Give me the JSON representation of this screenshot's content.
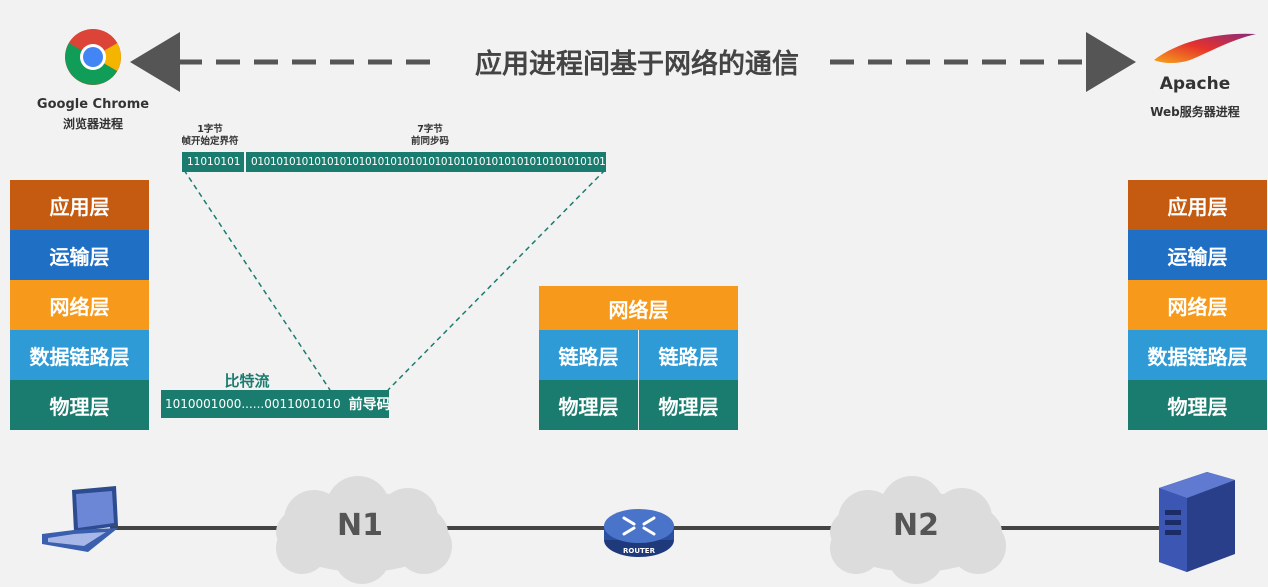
{
  "title": "应用进程间基于网络的通信",
  "left_app": {
    "name": "Google Chrome",
    "subtitle": "浏览器进程"
  },
  "right_app": {
    "name": "Apache",
    "subtitle": "Web服务器进程"
  },
  "host_layers": [
    "应用层",
    "运输层",
    "网络层",
    "数据链路层",
    "物理层"
  ],
  "router_layers": {
    "network": "网络层",
    "link": [
      "链路层",
      "链路层"
    ],
    "physical": [
      "物理层",
      "物理层"
    ]
  },
  "frame": {
    "sfd_label_line1": "1字节",
    "sfd_label_line2": "帧开始定界符",
    "sfd_bits": "11010101",
    "preamble_label_line1": "7字节",
    "preamble_label_line2": "前同步码",
    "preamble_bits": "01010101010101010101010101010101010101010101010101010101"
  },
  "bitstream": {
    "label": "比特流",
    "bits": "1010001000......0011001010",
    "preamble": "前导码"
  },
  "network": {
    "cloud1": "N1",
    "cloud2": "N2",
    "router_label": "ROUTER"
  },
  "colors": {
    "application": "#c55a11",
    "transport": "#1f6fc5",
    "network": "#f79a1b",
    "datalink": "#2e9bd6",
    "physical": "#1a7c6e"
  }
}
